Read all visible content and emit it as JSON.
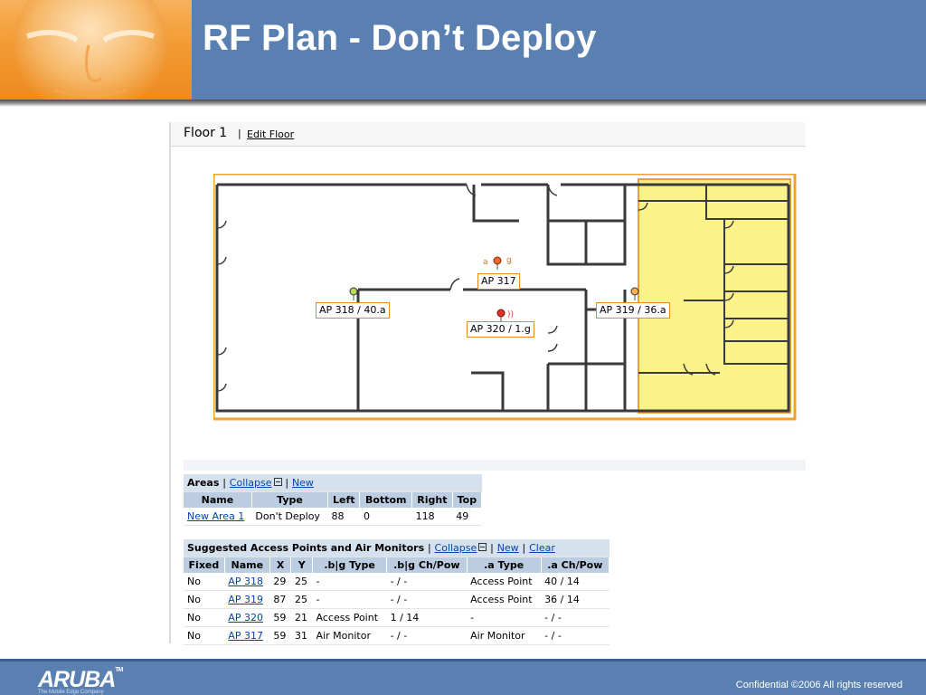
{
  "slide": {
    "title": "RF Plan - Don’t Deploy",
    "footer_confidential": "Confidential  ©2006 All rights reserved",
    "logo_text": "ARUBA",
    "logo_tm": "TM",
    "logo_tagline": "The Mobile Edge Company"
  },
  "colors": {
    "header_blue": "#5a80b2",
    "face_orange": "#f39b32",
    "area_yellow": "#fbf28a",
    "area_border": "#f0a030",
    "link": "#0645ad",
    "table_header": "#bccde2",
    "table_caption": "#d6e1ee"
  },
  "floor": {
    "title": "Floor 1",
    "separator": "|",
    "edit_link": "Edit Floor"
  },
  "access_points": [
    {
      "label": "AP 317",
      "icon": "air-monitor-icon"
    },
    {
      "label": "AP 318 / 40.a",
      "icon": "access-point-icon"
    },
    {
      "label": "AP 319 / 36.a",
      "icon": "access-point-icon"
    },
    {
      "label": "AP 320 / 1.g",
      "icon": "access-point-icon"
    }
  ],
  "areas": {
    "title": "Areas",
    "sep1": "|",
    "collapse_link": "Collapse",
    "sep2": "|",
    "new_link": "New",
    "columns": [
      "Name",
      "Type",
      "Left",
      "Bottom",
      "Right",
      "Top"
    ],
    "rows": [
      {
        "name": "New Area 1",
        "type": "Don't Deploy",
        "left": "88",
        "bottom": "0",
        "right": "118",
        "top": "49"
      }
    ]
  },
  "suggested": {
    "title": "Suggested Access Points and Air Monitors",
    "sep1": "|",
    "collapse_link": "Collapse",
    "sep2": "|",
    "new_link": "New",
    "sep3": "|",
    "clear_link": "Clear",
    "columns": [
      "Fixed",
      "Name",
      "X",
      "Y",
      ".b|g Type",
      ".b|g Ch/Pow",
      ".a Type",
      ".a Ch/Pow"
    ],
    "rows": [
      {
        "fixed": "No",
        "name": "AP 318",
        "x": "29",
        "y": "25",
        "bg_type": "-",
        "bg_chpow": "- / -",
        "a_type": "Access Point",
        "a_chpow": "40 / 14"
      },
      {
        "fixed": "No",
        "name": "AP 319",
        "x": "87",
        "y": "25",
        "bg_type": "-",
        "bg_chpow": "- / -",
        "a_type": "Access Point",
        "a_chpow": "36 / 14"
      },
      {
        "fixed": "No",
        "name": "AP 320",
        "x": "59",
        "y": "21",
        "bg_type": "Access Point",
        "bg_chpow": "1 / 14",
        "a_type": "-",
        "a_chpow": "- / -"
      },
      {
        "fixed": "No",
        "name": "AP 317",
        "x": "59",
        "y": "31",
        "bg_type": "Air Monitor",
        "bg_chpow": "- / -",
        "a_type": "Air Monitor",
        "a_chpow": "- / -"
      }
    ]
  }
}
